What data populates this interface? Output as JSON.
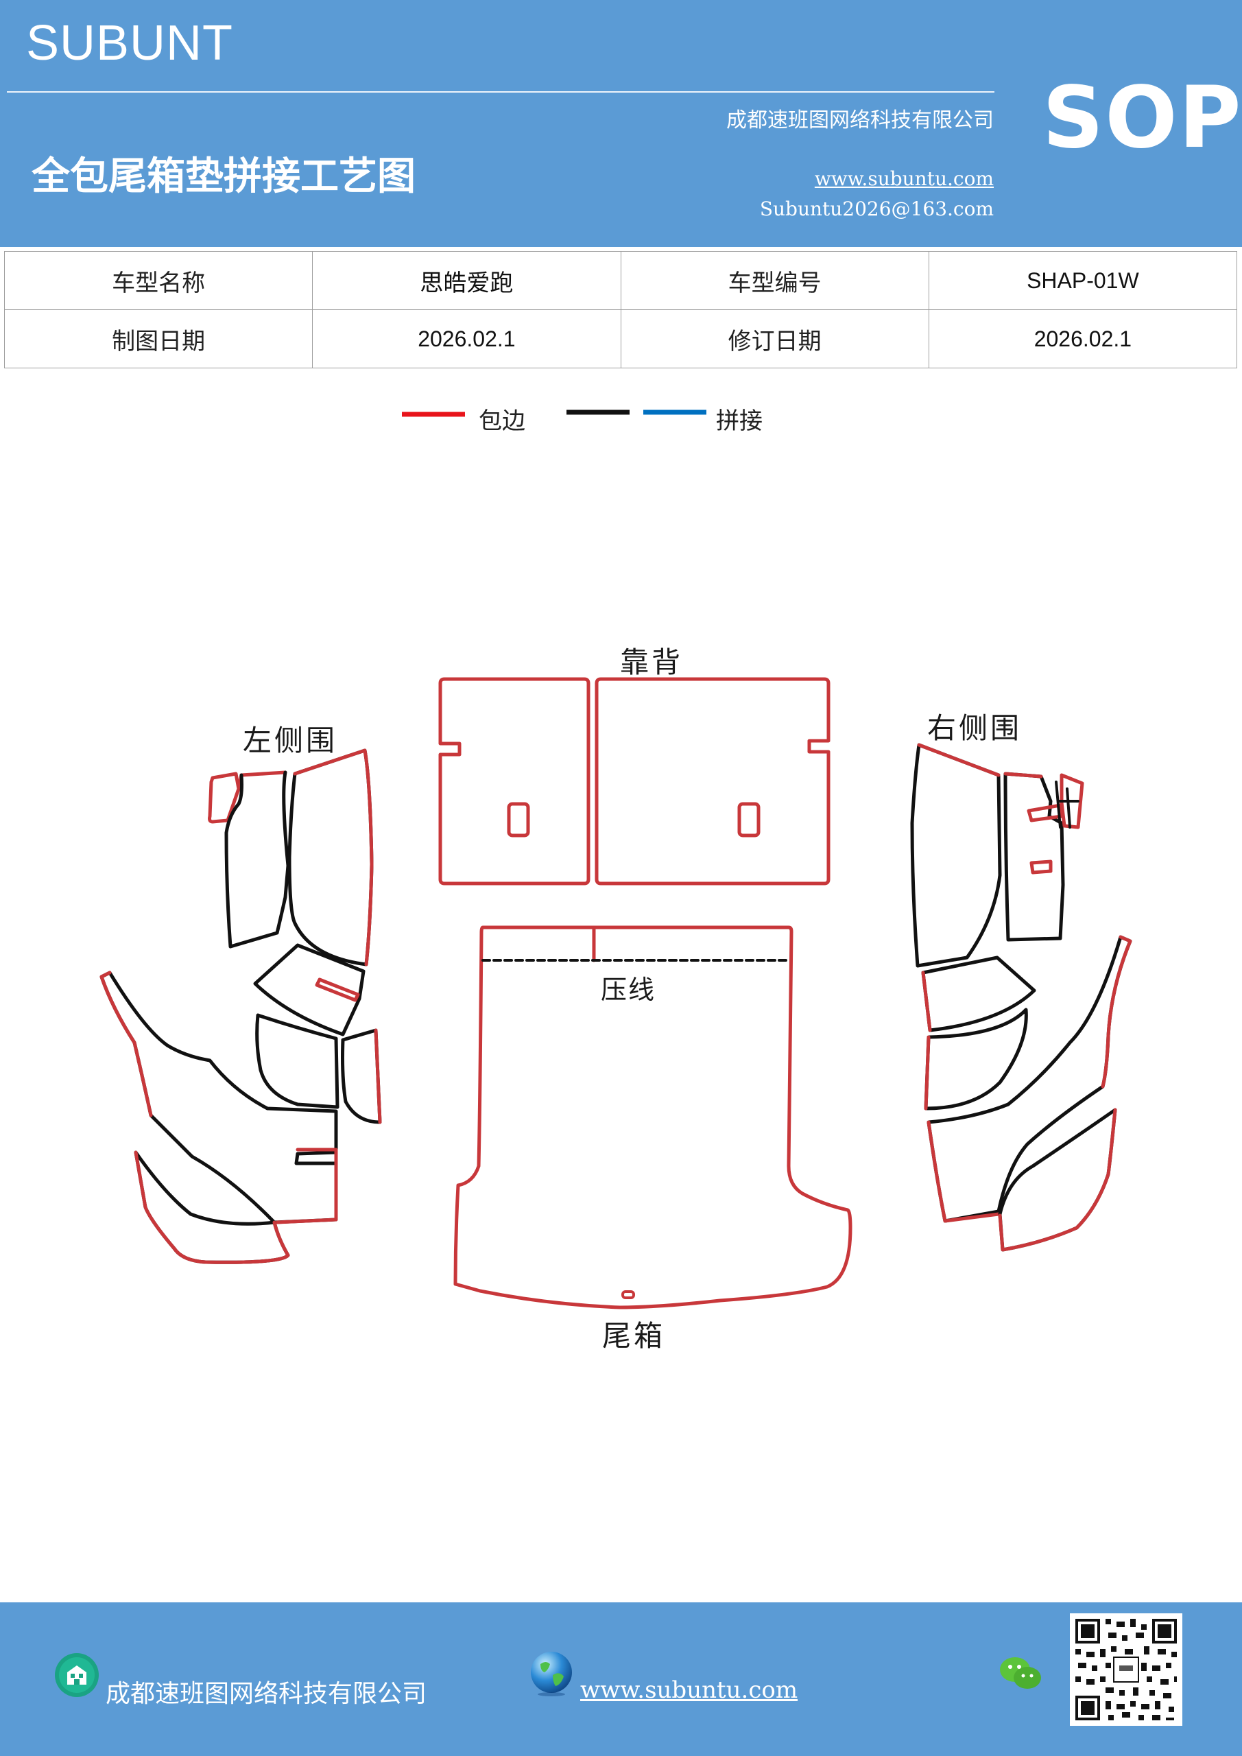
{
  "header": {
    "brand": "SUBUNT",
    "title": "全包尾箱垫拼接工艺图",
    "company": "成都速班图网络科技有限公司",
    "url": "www.subuntu.com",
    "email": "Subuntu2026@163.com",
    "badge": "SOP"
  },
  "info_table": {
    "rows": [
      [
        "车型名称",
        "思皓爱跑",
        "车型编号",
        "SHAP-01W"
      ],
      [
        "制图日期",
        "2026.02.1",
        "修订日期",
        "2026.02.1"
      ]
    ]
  },
  "legend": {
    "items": [
      {
        "label": "包边",
        "colors": [
          "#e8141b"
        ]
      },
      {
        "label": "拼接",
        "colors": [
          "#111111",
          "#0070c0"
        ]
      }
    ]
  },
  "diagram": {
    "labels": {
      "backrest": "靠背",
      "left_side": "左侧围",
      "right_side": "右侧围",
      "press_line": "压线",
      "trunk": "尾箱"
    },
    "colors": {
      "edge": "#c8373a",
      "seam": "#111111"
    }
  },
  "footer": {
    "company": "成都速班图网络科技有限公司",
    "url": "www.subuntu.com "
  }
}
